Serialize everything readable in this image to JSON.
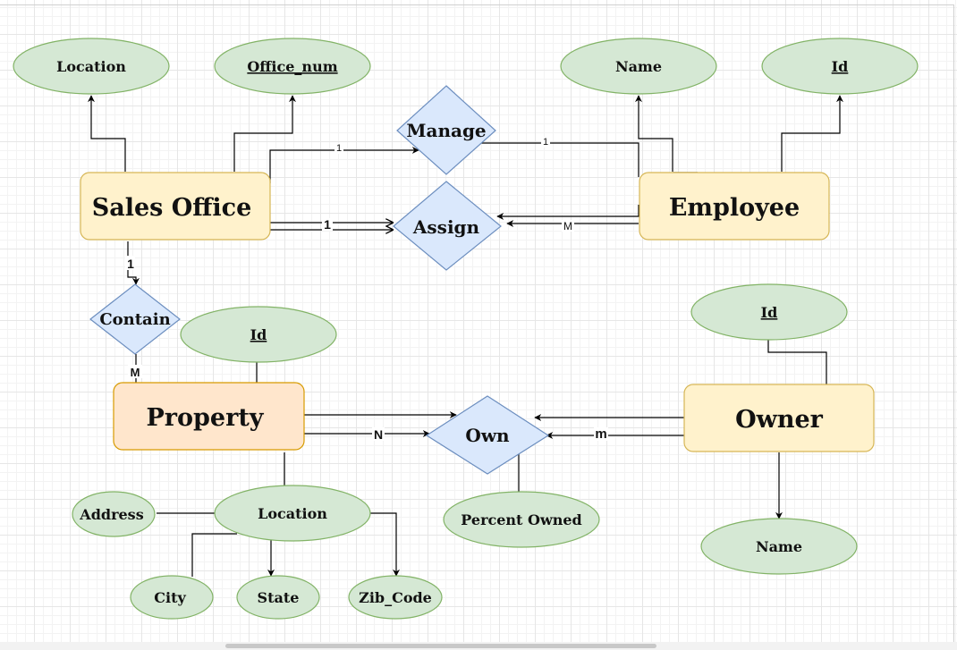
{
  "diagram": {
    "entities": {
      "sales_office": "Sales Office",
      "employee": "Employee",
      "property": "Property",
      "owner": "Owner"
    },
    "relationships": {
      "manage": "Manage",
      "assign": "Assign",
      "contain": "Contain",
      "own": "Own"
    },
    "attributes": {
      "sales_office_location": "Location",
      "office_num": "Office_num",
      "employee_name": "Name",
      "employee_id": "Id",
      "property_id": "Id",
      "owner_id": "Id",
      "address": "Address",
      "property_location": "Location",
      "city": "City",
      "state": "State",
      "zib_code": "Zib_Code",
      "percent_owned": "Percent Owned",
      "owner_name": "Name"
    },
    "cardinalities": {
      "manage_sales": "1",
      "manage_employee": "1",
      "assign_sales": "1",
      "assign_employee": "M",
      "contain_sales": "1",
      "contain_property": "M",
      "own_property": "N",
      "own_owner": "m"
    },
    "colors": {
      "entity_fill": "#fff2cc",
      "entity_stroke": "#d6b656",
      "property_fill": "#ffe6cc",
      "property_stroke": "#d79b00",
      "attribute_fill": "#d5e8d4",
      "attribute_stroke": "#82b366",
      "relationship_fill": "#dae8fc",
      "relationship_stroke": "#6c8ebf",
      "line": "#000000"
    }
  }
}
